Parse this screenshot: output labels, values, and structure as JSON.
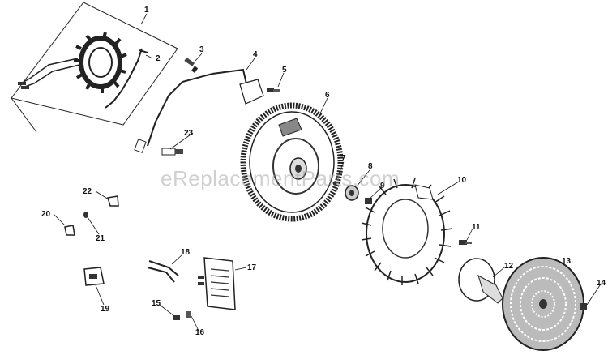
{
  "diagram": {
    "watermark": "eReplacementParts.com",
    "callouts": [
      "1",
      "2",
      "3",
      "4",
      "5",
      "6",
      "7",
      "8",
      "9",
      "10",
      "11",
      "12",
      "13",
      "14",
      "15",
      "16",
      "17",
      "18",
      "19",
      "20",
      "21",
      "22",
      "23"
    ]
  }
}
